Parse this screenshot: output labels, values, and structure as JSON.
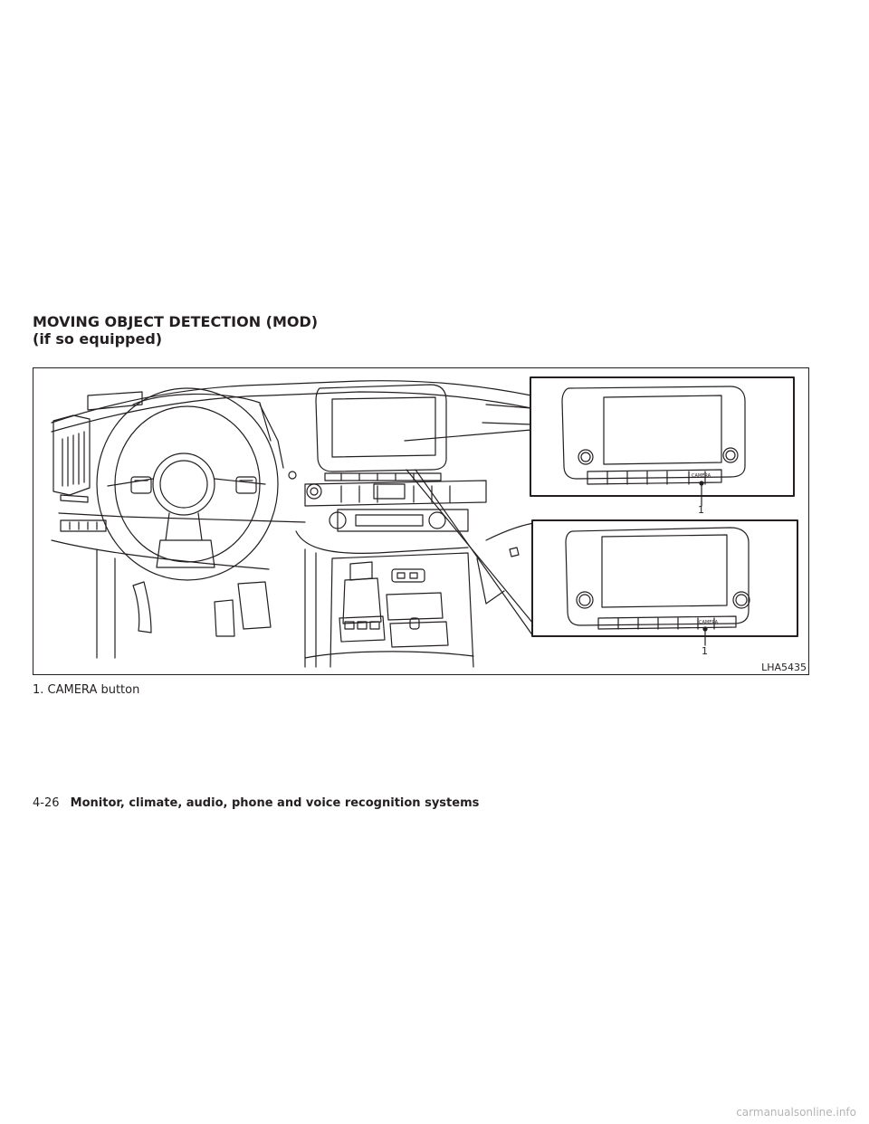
{
  "heading": {
    "line1": "MOVING OBJECT DETECTION (MOD)",
    "line2": "(if so equipped)"
  },
  "figure": {
    "callout_number": "1",
    "button_text": "CAMERA",
    "figure_id": "LHA5435"
  },
  "caption": "1. CAMERA button",
  "footer": {
    "page_number": "4-26",
    "section_title": "Monitor, climate, audio, phone and voice recognition systems"
  },
  "watermark": "carmanualsonline.info"
}
